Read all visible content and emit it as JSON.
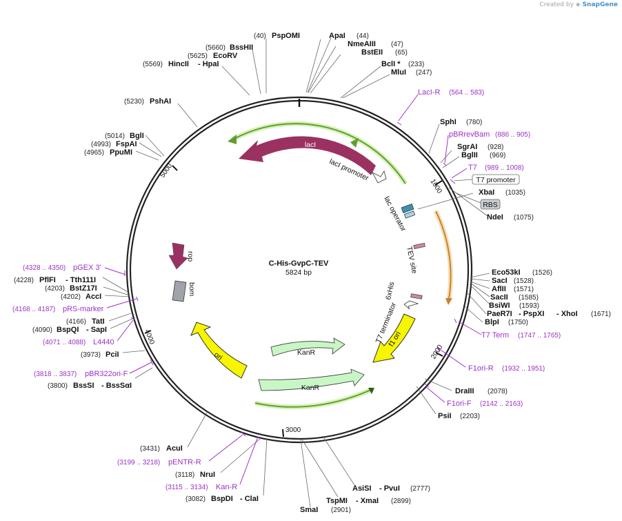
{
  "credit": {
    "prefix": "Created by",
    "brand": "SnapGene"
  },
  "plasmid": {
    "name": "C-His-GvpC-TEV",
    "length_label": "5824 bp",
    "length": 5824
  },
  "ticks": [
    "1000",
    "2000",
    "3000",
    "4000",
    "5000"
  ],
  "enzymes": [
    {
      "id": "pspomi",
      "name": "PspOMI",
      "pos": "(40)"
    },
    {
      "id": "apai",
      "name": "ApaI",
      "pos": "(44)"
    },
    {
      "id": "nmeaiii",
      "name": "NmeAIII",
      "pos": "(47)"
    },
    {
      "id": "bsteii",
      "name": "BstEII",
      "pos": "(65)"
    },
    {
      "id": "bcli",
      "name": "BclI *",
      "pos": "(233)"
    },
    {
      "id": "mlui",
      "name": "MluI",
      "pos": "(247)"
    },
    {
      "id": "bsshii",
      "name": "BssHII",
      "pos": "(5660)"
    },
    {
      "id": "ecorv",
      "name": "EcoRV",
      "pos": "(5625)"
    },
    {
      "id": "hincii",
      "name": "HincII",
      "name2": "- HpaI",
      "pos": "(5569)"
    },
    {
      "id": "pshai",
      "name": "PshAI",
      "pos": "(5230)"
    },
    {
      "id": "bgli",
      "name": "BglI",
      "pos": "(5014)"
    },
    {
      "id": "fspai",
      "name": "FspAI",
      "pos": "(4993)"
    },
    {
      "id": "ppumi",
      "name": "PpuMI",
      "pos": "(4965)"
    },
    {
      "id": "sphi",
      "name": "SphI",
      "pos": "(780)"
    },
    {
      "id": "sgrai",
      "name": "SgrAI",
      "pos": "(928)"
    },
    {
      "id": "bglii",
      "name": "BglII",
      "pos": "(969)"
    },
    {
      "id": "xbai",
      "name": "XbaI",
      "pos": "(1035)"
    },
    {
      "id": "ndei",
      "name": "NdeI",
      "pos": "(1075)"
    },
    {
      "id": "eco53ki",
      "name": "Eco53kI",
      "pos": "(1526)"
    },
    {
      "id": "saci",
      "name": "SacI",
      "pos": "(1528)"
    },
    {
      "id": "aflii",
      "name": "AflII",
      "pos": "(1571)"
    },
    {
      "id": "sacii",
      "name": "SacII",
      "pos": "(1585)"
    },
    {
      "id": "bsiwi",
      "name": "BsiWI",
      "pos": "(1593)"
    },
    {
      "id": "paer7i",
      "name": "PaeR7I",
      "name2": "- PspXI",
      "name3": "- XhoI",
      "pos": "(1671)"
    },
    {
      "id": "blpi",
      "name": "BlpI",
      "pos": "(1750)"
    },
    {
      "id": "draiii",
      "name": "DraIII",
      "pos": "(2078)"
    },
    {
      "id": "psii",
      "name": "PsiI",
      "pos": "(2203)"
    },
    {
      "id": "asisi",
      "name": "AsiSI",
      "name2": "- PvuI",
      "pos": "(2777)"
    },
    {
      "id": "tspmi",
      "name": "TspMI",
      "name2": "- XmaI",
      "pos": "(2899)"
    },
    {
      "id": "smai",
      "name": "SmaI",
      "pos": "(2901)"
    },
    {
      "id": "bspdi",
      "name": "BspDI",
      "name2": "- ClaI",
      "pos": "(3082)"
    },
    {
      "id": "nrui",
      "name": "NruI",
      "pos": "(3118)"
    },
    {
      "id": "acui",
      "name": "AcuI",
      "pos": "(3431)"
    },
    {
      "id": "pcii",
      "name": "PciI",
      "pos": "(3973)"
    },
    {
      "id": "bsssi",
      "name": "BssSI",
      "name2": "- BssSαI",
      "pos": "(3800)"
    },
    {
      "id": "bspqi",
      "name": "BspQI",
      "name2": "- SapI",
      "pos": "(4090)"
    },
    {
      "id": "tati",
      "name": "TatI",
      "pos": "(4166)"
    },
    {
      "id": "pflfi",
      "name": "PflFI",
      "name2": "- Tth111I",
      "pos": "(4228)"
    },
    {
      "id": "bstz17i",
      "name": "BstZ17I",
      "pos": "(4203)"
    },
    {
      "id": "acci",
      "name": "AccI",
      "pos": "(4202)"
    }
  ],
  "primers": [
    {
      "id": "laci-r",
      "name": "LacI-R",
      "range": "(564 .. 583)"
    },
    {
      "id": "pbrrevbam",
      "name": "pBRrevBam",
      "range": "(886 .. 905)"
    },
    {
      "id": "t7",
      "name": "T7",
      "range": "(989 .. 1008)"
    },
    {
      "id": "t7-term",
      "name": "T7 Term",
      "range": "(1747 .. 1765)"
    },
    {
      "id": "f1ori-r",
      "name": "F1ori-R",
      "range": "(1932 .. 1951)"
    },
    {
      "id": "f1ori-f",
      "name": "F1ori-F",
      "range": "(2142 .. 2163)"
    },
    {
      "id": "pentr-r",
      "name": "pENTR-R",
      "range": "(3199 .. 3218)"
    },
    {
      "id": "kan-r",
      "name": "Kan-R",
      "range": "(3115 .. 3134)"
    },
    {
      "id": "pbr322ori-f",
      "name": "pBR322ori-F",
      "range": "(3818 .. 3837)"
    },
    {
      "id": "l4440",
      "name": "L4440",
      "range": "(4071 .. 4088)"
    },
    {
      "id": "prs-marker",
      "name": "pRS-marker",
      "range": "(4168 .. 4187)"
    },
    {
      "id": "pgex3",
      "name": "pGEX 3'",
      "range": "(4328 .. 4350)"
    }
  ],
  "features": {
    "laci": "lacI",
    "laci_promoter": "lacI promoter",
    "lac_operator": "lac operator",
    "tev_site": "TEV site",
    "sixxhis": "6xHis",
    "t7_terminator": "T7 terminator",
    "f1_ori": "f1 ori",
    "kanr1": "KanR",
    "kanr2": "KanR",
    "ori": "ori",
    "rop": "rop",
    "bom": "bom",
    "t7_promoter": "T7 promoter",
    "rbs": "RBS"
  },
  "colors": {
    "laci": "#9b3161",
    "promoter_green": "#7fbf3f",
    "orange": "#e8a44a",
    "yellow": "#f7f500",
    "kanr": "#c8f7c5",
    "rop": "#9b3161",
    "bom": "#a0a4aa",
    "primer": "#9b30c6",
    "backbone": "#222222"
  }
}
